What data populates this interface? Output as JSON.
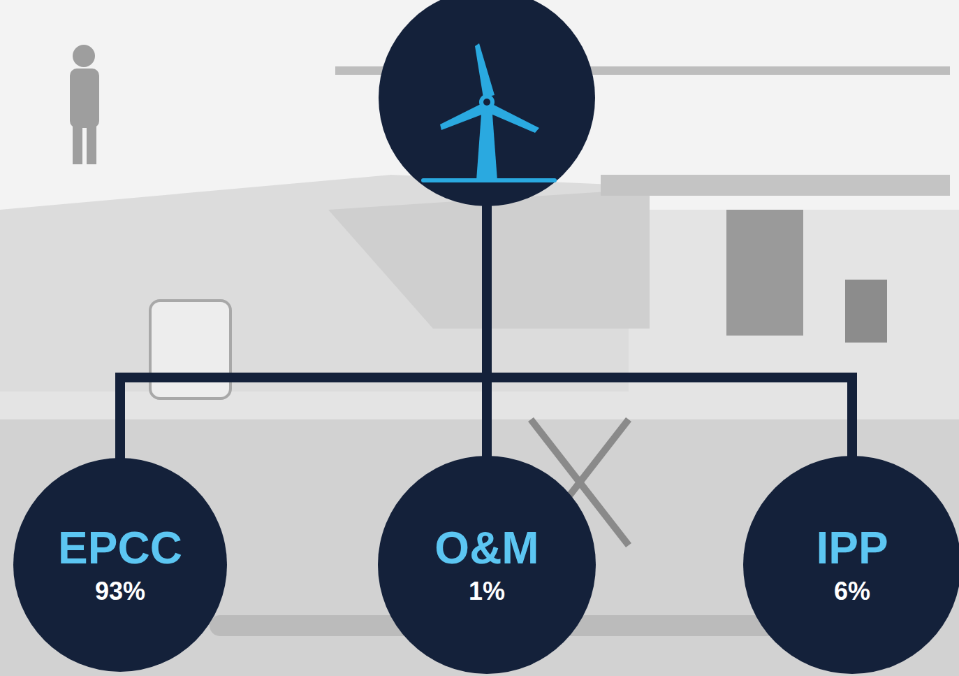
{
  "diagram": {
    "nodes": [
      {
        "text": [
          "EPCC",
          "93%"
        ]
      },
      {
        "text": [
          "O&M",
          "1%"
        ]
      },
      {
        "text": [
          "IPP",
          "6%"
        ]
      }
    ]
  }
}
